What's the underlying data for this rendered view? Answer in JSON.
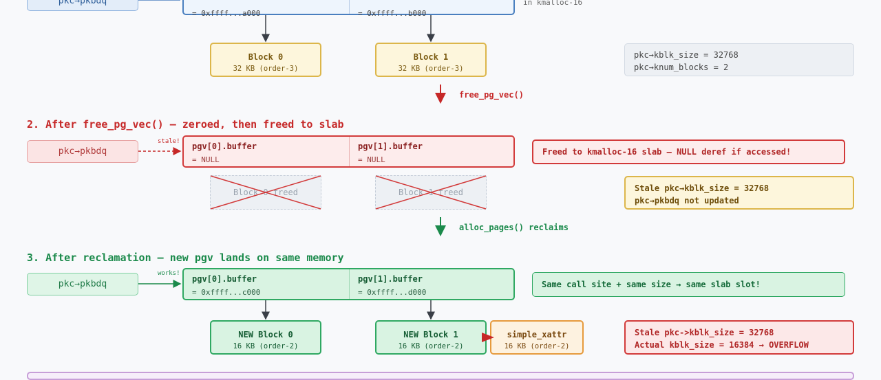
{
  "section1": {
    "ptr_label": "pkc→pkbdq",
    "pgv0_value": "= 0xffff...a000",
    "pgv1_value": "= 0xffff...b000",
    "slab_note": "in kmalloc-16",
    "block0_title": "Block 0",
    "block0_size": "32 KB (order-3)",
    "block1_title": "Block 1",
    "block1_size": "32 KB (order-3)",
    "info_line1": "pkc→kblk_size = 32768",
    "info_line2": "pkc→knum_blocks = 2"
  },
  "transition1": {
    "label": "free_pg_vec()",
    "color": "#c62828"
  },
  "section2": {
    "title": "2. After free_pg_vec() — zeroed, then freed to slab",
    "ptr_label": "pkc→pkbdq",
    "edge_label": "stale!",
    "pgv0_title": "pgv[0].buffer",
    "pgv0_value": "= NULL",
    "pgv1_title": "pgv[1].buffer",
    "pgv1_value": "= NULL",
    "freed_note": "Freed to kmalloc-16 slab — NULL deref if accessed!",
    "block0_freed": "Block 0 freed",
    "block1_freed": "Block 1 freed",
    "stale_line1": "Stale pkc→kblk_size = 32768",
    "stale_line2": "pkc→pkbdq not updated",
    "color": "#c62828"
  },
  "transition2": {
    "label": "alloc_pages() reclaims",
    "color": "#1b8a4b"
  },
  "section3": {
    "title": "3. After reclamation — new pgv lands on same memory",
    "ptr_label": "pkc→pkbdq",
    "edge_label": "works!",
    "pgv0_title": "pgv[0].buffer",
    "pgv0_value": "= 0xffff...c000",
    "pgv1_title": "pgv[1].buffer",
    "pgv1_value": "= 0xffff...d000",
    "same_slot_note": "Same call site + same size → same slab slot!",
    "block0_title": "NEW Block 0",
    "block0_size": "16 KB (order-2)",
    "block1_title": "NEW Block 1",
    "block1_size": "16 KB (order-2)",
    "xattr_title": "simple_xattr",
    "xattr_size": "16 KB (order-2)",
    "overflow_line1": "Stale pkc->kblk_size = 32768",
    "overflow_line2": "Actual kblk_size = 16384 → OVERFLOW",
    "color": "#1b8a4b"
  }
}
